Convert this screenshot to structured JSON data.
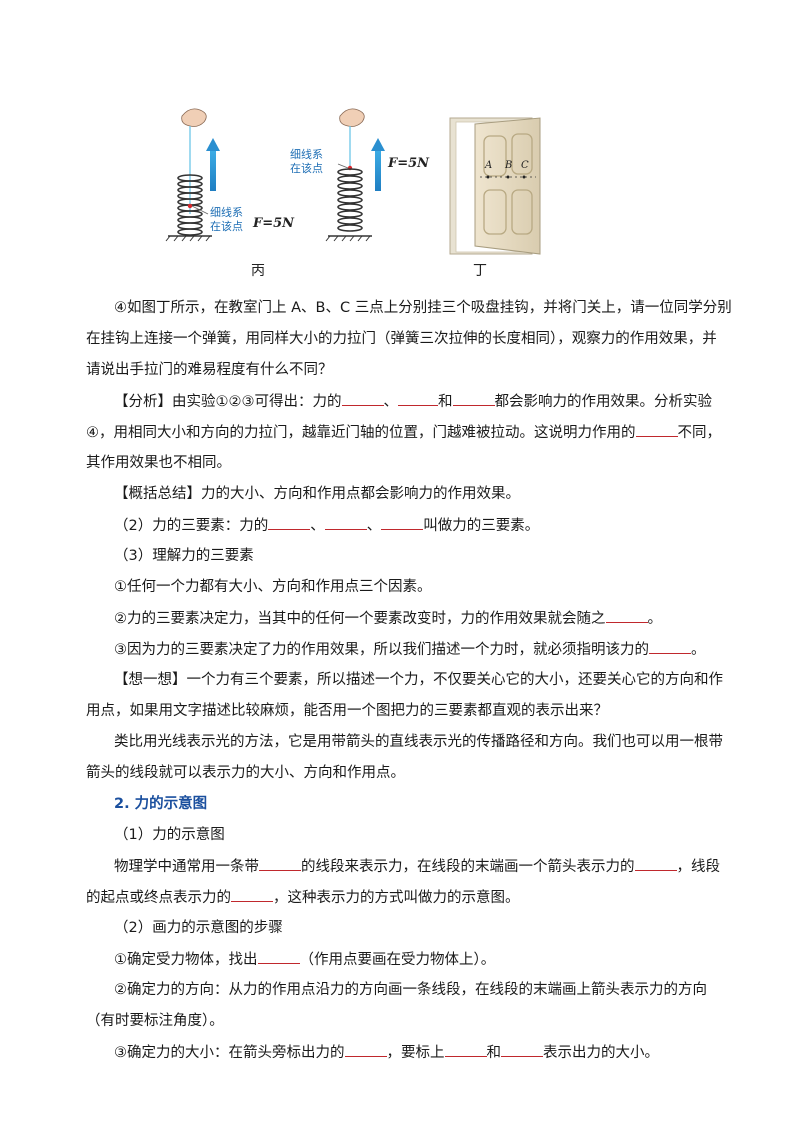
{
  "figure": {
    "caption_bing": "丙",
    "caption_ding": "丁",
    "force_label_1": "F=5N",
    "force_label_2": "F=5N",
    "annot_1_line1": "细线系",
    "annot_1_line2": "在该点",
    "annot_2_line1": "细线系",
    "annot_2_line2": "在该点",
    "door_points": [
      "A",
      "B",
      "C"
    ]
  },
  "body": {
    "p1_l1": "④如图丁所示，在教室门上 A、B、C 三点上分别挂三个吸盘挂钩，并将门关上，请一位同学分别",
    "p1_l2": "在挂钩上连接一个弹簧，用同样大小的力拉门（弹簧三次拉伸的长度相同），观察力的作用效果，并",
    "p1_l3": "请说出手拉门的难易程度有什么不同？",
    "p2_a": "【分析】由实验①②③可得出：力的",
    "p2_b": "、",
    "p2_c": "和",
    "p2_d": "都会影响力的作用效果。分析实验",
    "p2_l2_a": "④，用相同大小和方向的力拉门，越靠近门轴的位置，门越难被拉动。这说明力作用的",
    "p2_l2_b": "不同，",
    "p2_l3": "其作用效果也不相同。",
    "p3": "【概括总结】力的大小、方向和作用点都会影响力的作用效果。",
    "p4_a": "（2）力的三要素：力的",
    "p4_b": "、",
    "p4_c": "、",
    "p4_d": "叫做力的三要素。",
    "p5": "（3）理解力的三要素",
    "p6": "①任何一个力都有大小、方向和作用点三个因素。",
    "p7_a": "②力的三要素决定力，当其中的任何一个要素改变时，力的作用效果就会随之",
    "p7_b": "。",
    "p8_a": "③因为力的三要素决定了力的作用效果，所以我们描述一个力时，就必须指明该力的",
    "p8_b": "。",
    "p9_l1": "【想一想】一个力有三个要素，所以描述一个力，不仅要关心它的大小，还要关心它的方向和作",
    "p9_l2": "用点，如果用文字描述比较麻烦，能否用一个图把力的三要素都直观的表示出来？",
    "p10_l1": "类比用光线表示光的方法，它是用带箭头的直线表示光的传播路径和方向。我们也可以用一根带",
    "p10_l2": "箭头的线段就可以表示力的大小、方向和作用点。",
    "sec2": "2. 力的示意图",
    "p11": "（1）力的示意图",
    "p12_a": "物理学中通常用一条带",
    "p12_b": "的线段来表示力，在线段的末端画一个箭头表示力的",
    "p12_c": "，线段",
    "p12_l2_a": "的起点或终点表示力的",
    "p12_l2_b": "，这种表示力的方式叫做力的示意图。",
    "p13": "（2）画力的示意图的步骤",
    "p14_a": "①确定受力物体，找出",
    "p14_b": "（作用点要画在受力物体上）。",
    "p15_l1": "②确定力的方向：从力的作用点沿力的方向画一条线段，在线段的末端画上箭头表示力的方向",
    "p15_l2": "（有时要标注角度）。",
    "p16_a": "③确定力的大小：在箭头旁标出力的",
    "p16_b": "，要标上",
    "p16_c": "和",
    "p16_d": "表示出力的大小。"
  }
}
